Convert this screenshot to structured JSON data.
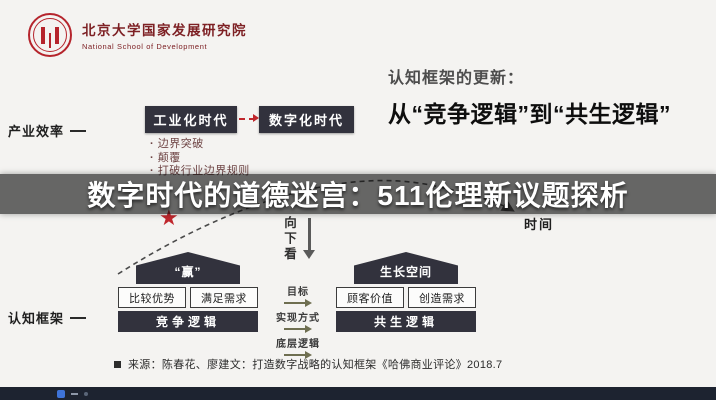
{
  "logo": {
    "title": "北京大学国家发展研究院",
    "subtitle": "National School of Development"
  },
  "heading": {
    "kicker": "认知框架的更新：",
    "title": "从“竞争逻辑”到“共生逻辑”"
  },
  "axes": {
    "left_top": "产业效率",
    "left_bottom": "认知框架",
    "time": "时间"
  },
  "timeline": {
    "era_1": "工业化时代",
    "era_2": "数字化时代",
    "bullets": [
      "边界突破",
      "颠覆",
      "打破行业边界规则"
    ],
    "look_down": "向下看"
  },
  "banner": {
    "title": "数字时代的道德迷宫：511伦理新议题探析"
  },
  "framework": {
    "left": {
      "roof": "“赢”",
      "cell_1": "比较优势",
      "cell_2": "满足需求",
      "base": "竞争逻辑"
    },
    "right": {
      "roof": "生长空间",
      "cell_1": "顾客价值",
      "cell_2": "创造需求",
      "base": "共生逻辑"
    },
    "relations": [
      "目标",
      "实现方式",
      "底层逻辑"
    ]
  },
  "source": {
    "text": "来源：陈春花、廖建文：打造数字战略的认知框架《哈佛商业评论》2018.7"
  },
  "colors": {
    "accent_red": "#c0272d",
    "dark_box": "#32323d",
    "banner_bg": "rgba(14,14,14,0.62)",
    "taskbar_bg": "#1d2330"
  }
}
